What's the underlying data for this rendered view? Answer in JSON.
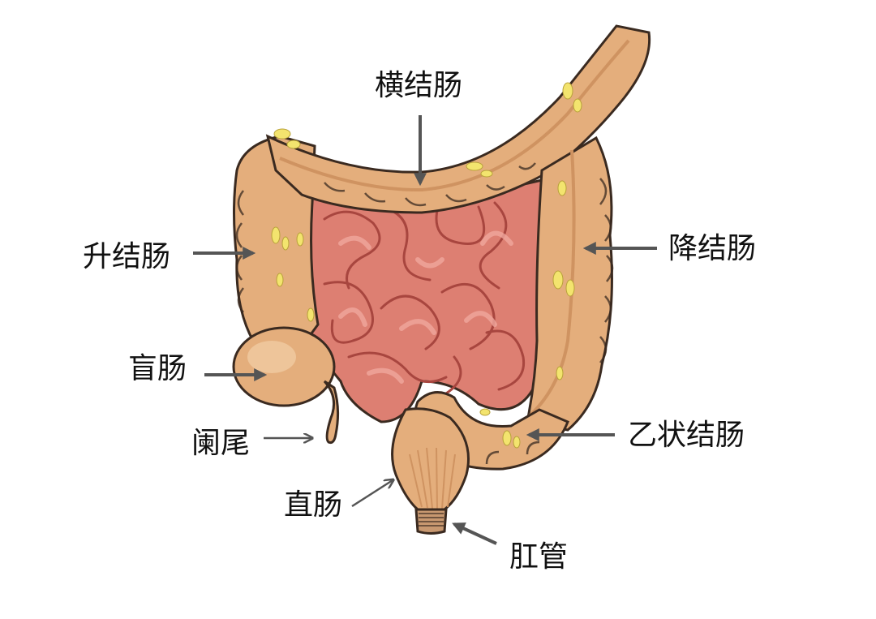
{
  "labels": {
    "transverse_colon": "横结肠",
    "ascending_colon": "升结肠",
    "descending_colon": "降结肠",
    "cecum": "盲肠",
    "appendix": "阑尾",
    "sigmoid_colon": "乙状结肠",
    "rectum": "直肠",
    "anal_canal": "肛管"
  },
  "colors": {
    "colon_fill": "#e4ae7c",
    "colon_shade": "#cf9361",
    "colon_light": "#f2cfa6",
    "small_intestine": "#dd7f72",
    "small_intestine_dark": "#a8463f",
    "small_intestine_light": "#f0a79d",
    "fat_yellow": "#f3e46e",
    "outline": "#3a2a20",
    "arrow": "#555555"
  }
}
